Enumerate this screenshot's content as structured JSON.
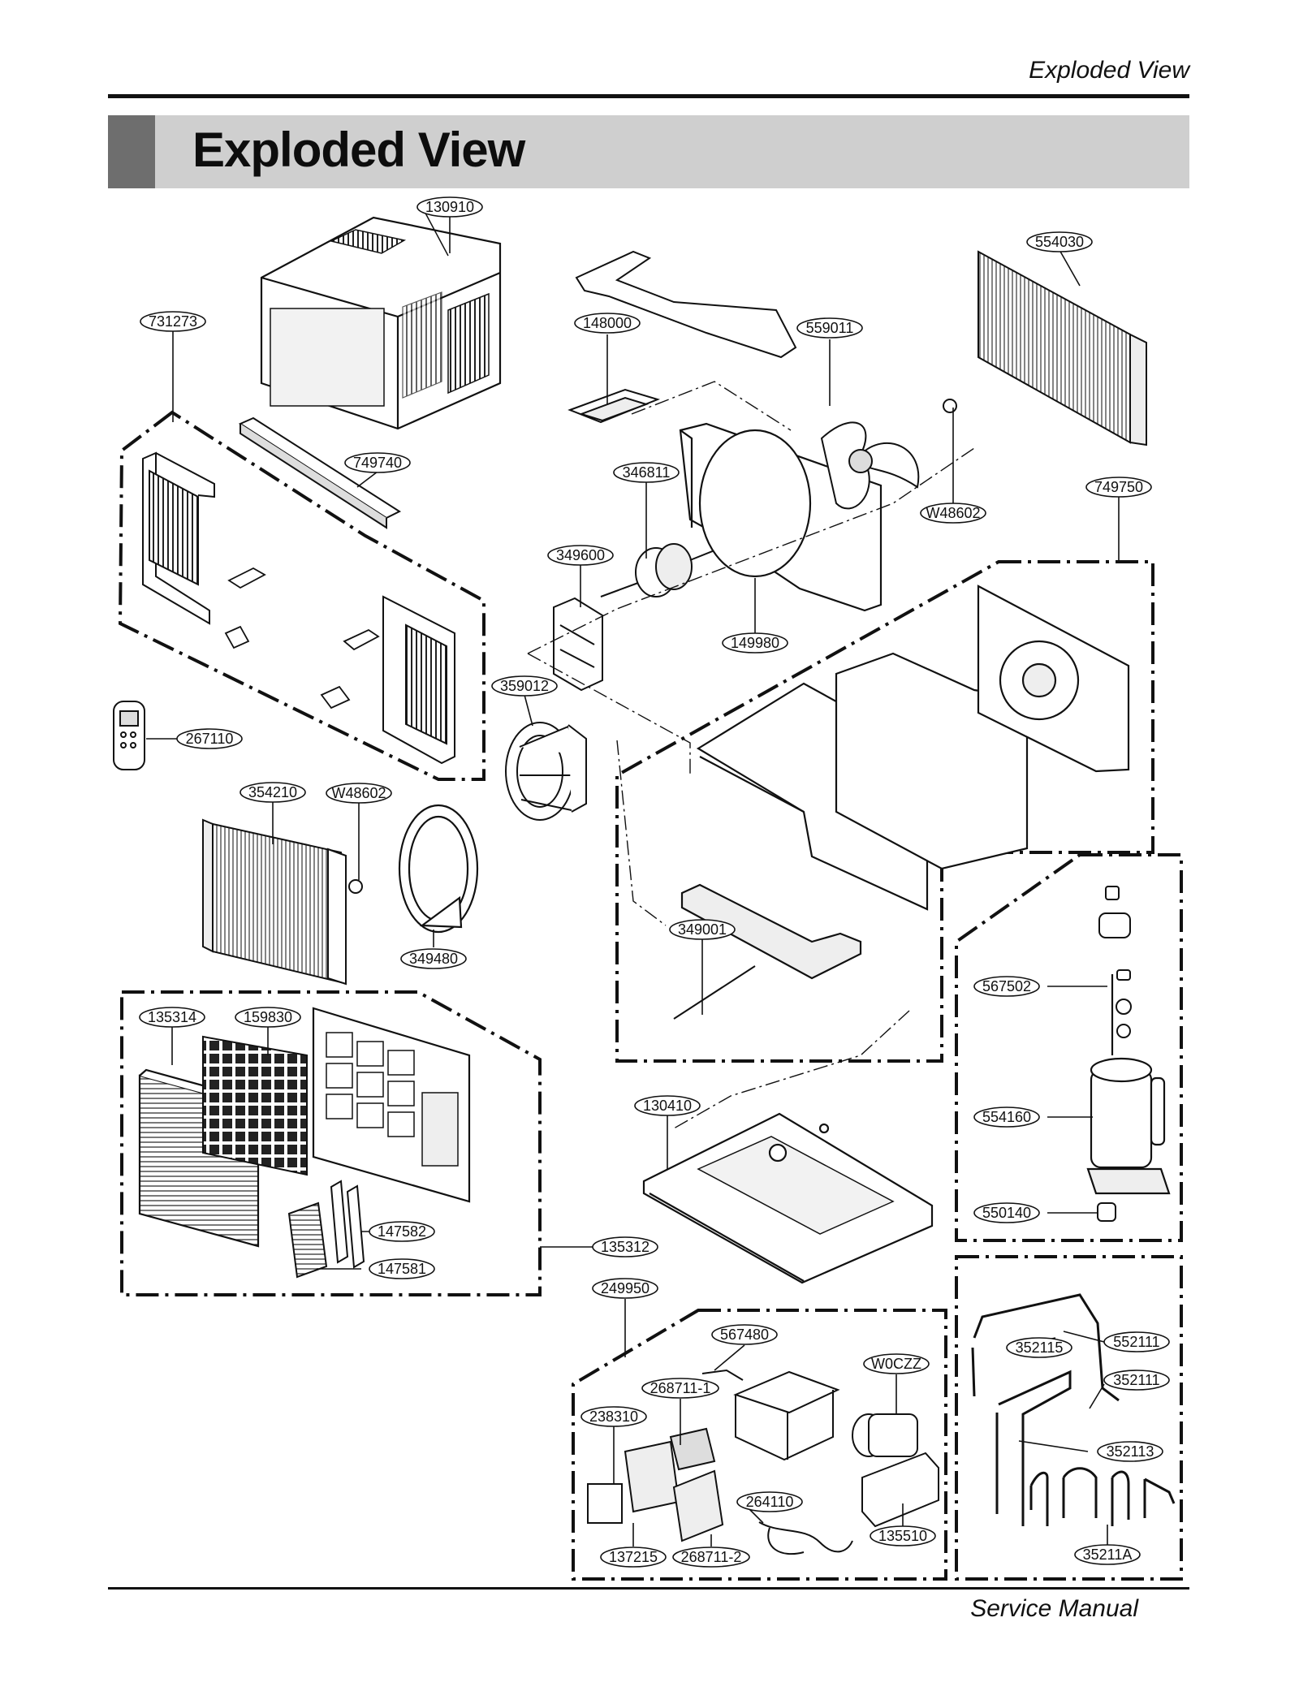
{
  "header": {
    "title": "Exploded View"
  },
  "page": {
    "title": "Exploded View"
  },
  "footer": {
    "text": "Service Manual"
  },
  "parts": {
    "p130910": "130910",
    "p731273": "731273",
    "p148000": "148000",
    "p559011": "559011",
    "p554030": "554030",
    "p749740": "749740",
    "p346811": "346811",
    "pW48602a": "W48602",
    "p749750": "749750",
    "p349600": "349600",
    "p149980": "149980",
    "p359012": "359012",
    "p267110": "267110",
    "p354210": "354210",
    "pW48602b": "W48602",
    "p349480": "349480",
    "p349001": "349001",
    "p567502": "567502",
    "p135314": "135314",
    "p159830": "159830",
    "p130410": "130410",
    "p554160": "554160",
    "p550140": "550140",
    "p147582": "147582",
    "p147581": "147581",
    "p135312": "135312",
    "p249950": "249950",
    "p567480": "567480",
    "pW0CZZ": "W0CZZ",
    "p268711_1": "268711-1",
    "p238310": "238310",
    "p264110": "264110",
    "p135510": "135510",
    "p137215": "137215",
    "p268711_2": "268711-2",
    "p352115": "352115",
    "p552111": "552111",
    "p352111": "352111",
    "p352113": "352113",
    "p35211A": "35211A"
  }
}
